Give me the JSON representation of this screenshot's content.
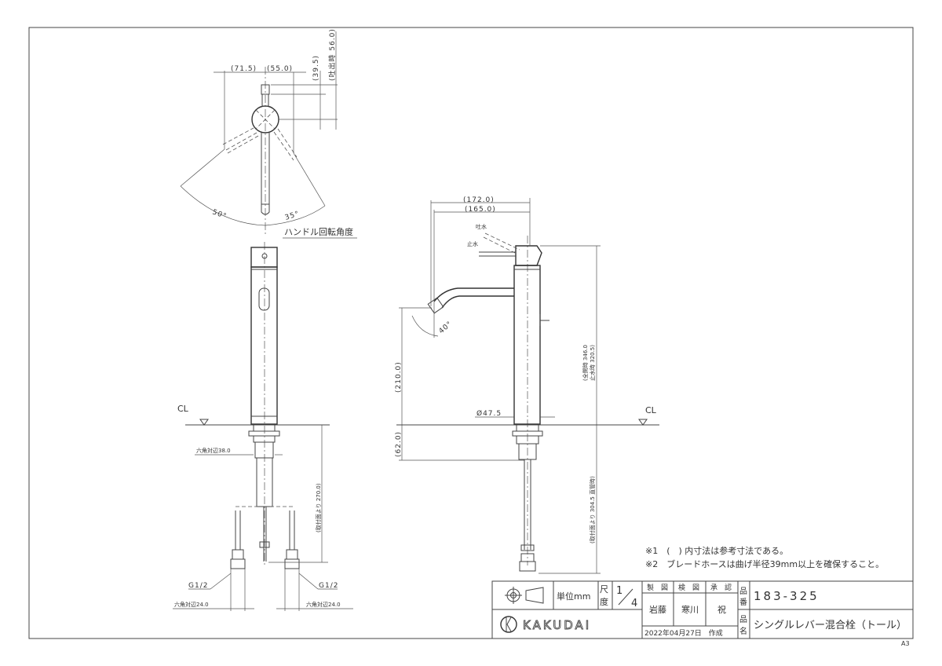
{
  "drawing": {
    "top_view": {
      "dim_left": "(71.5)",
      "dim_right": "(55.0)",
      "dim_lever": "(39.5)",
      "dim_open": "(吐出時 56.0)",
      "angle_left": "50°",
      "angle_right": "35°",
      "caption": "ハンドル回転角度"
    },
    "front_view": {
      "cl_label": "CL",
      "hex_body": "六角対辺38.0",
      "dim_install": "(取付面より 270.0)",
      "thread_left": "G1/2",
      "thread_right": "G1/2",
      "hex_left": "六角対辺24.0",
      "hex_right": "六角対辺24.0"
    },
    "side_view": {
      "dim_172": "(172.0)",
      "dim_165": "(165.0)",
      "label_open": "吐水",
      "label_close": "止水",
      "angle_spout": "40°",
      "dim_210": "(210.0)",
      "dim_62": "(62.0)",
      "diameter": "Ø47.5",
      "dim_full_open": "(全開時 346.0",
      "dim_full_close": "止水時 320.5)",
      "cl_label": "CL",
      "dim_hose": "(取付面より 304.5 直管時)"
    }
  },
  "notes": [
    "※1　(　) 内寸法は参考寸法である。",
    "※2　ブレードホースは曲げ半径39mm以上を確保すること。"
  ],
  "title_block": {
    "unit": "単位mm",
    "scale_label": [
      "尺",
      "度"
    ],
    "scale_num": "1",
    "scale_den": "4",
    "headers": [
      "製　図",
      "検　図",
      "承　認"
    ],
    "names": [
      "岩藤",
      "寒川",
      "祝"
    ],
    "date": "2022年04月27日　作成",
    "part_no_label": [
      "品",
      "番"
    ],
    "part_no": "183-325",
    "part_name_label": [
      "品",
      "名"
    ],
    "part_name": "シングルレバー混合栓（トール）",
    "logo": "KAKUDAI"
  },
  "sheet_size": "A3"
}
